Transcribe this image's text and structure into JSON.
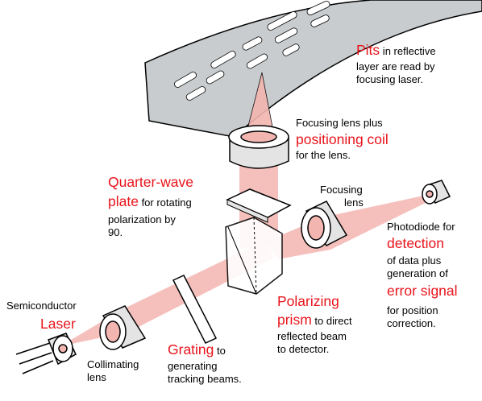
{
  "labels": {
    "pits_key": "Pits",
    "pits_rest1": " in reflective",
    "pits_line2": "layer are read by",
    "pits_line3": "focusing laser.",
    "focus_coil_line1": "Focusing lens plus",
    "focus_coil_key": "positioning coil",
    "focus_coil_line3": "for the lens.",
    "qwp_key1": "Quarter-wave",
    "qwp_key2": "plate",
    "qwp_rest2": " for rotating",
    "qwp_line3": "polarization by",
    "qwp_line4": "90.",
    "focusing_lens_line1": "Focusing",
    "focusing_lens_line2": "lens",
    "photodiode_line1": "Photodiode for",
    "photodiode_key1": "detection",
    "photodiode_line3": "of data plus",
    "photodiode_line4": "generation of",
    "photodiode_key2": "error signal",
    "photodiode_line6": "for position",
    "photodiode_line7": "correction.",
    "prism_key1": "Polarizing",
    "prism_key2": "prism",
    "prism_rest2": " to direct",
    "prism_line3": "reflected beam",
    "prism_line4": "to detector.",
    "semiconductor": "Semiconductor",
    "laser_key": "Laser",
    "collimating_line1": "Collimating",
    "collimating_line2": "lens",
    "grating_key": "Grating",
    "grating_rest1": " to",
    "grating_line2": "generating",
    "grating_line3": "tracking beams."
  },
  "colors": {
    "key_text": "#e8141b",
    "beam": "#f3b5b0",
    "disc": "#c8ccce",
    "component": "#ffffff",
    "component_shade": "#e4e4e4",
    "outline": "#000000"
  }
}
